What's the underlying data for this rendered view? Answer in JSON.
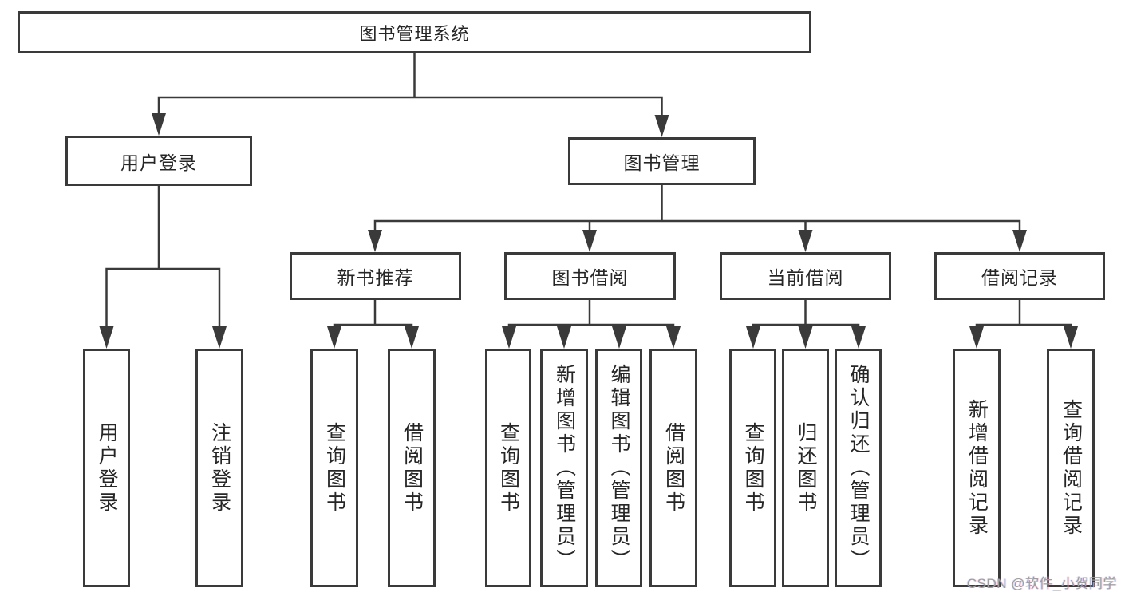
{
  "diagram": {
    "title_node": "图书管理系统",
    "level2": {
      "user_login": "用户登录",
      "book_management": "图书管理"
    },
    "level3": {
      "new_book_recommend": "新书推荐",
      "book_borrowing": "图书借阅",
      "current_borrowing": "当前借阅",
      "borrow_records": "借阅记录"
    },
    "leaves": {
      "user_login_leaf": "用户登录",
      "logout": "注销登录",
      "nb_query_books": "查询图书",
      "nb_borrow_books": "借阅图书",
      "bb_query_books": "查询图书",
      "bb_add_book_admin": "新增图书（管理员）",
      "bb_edit_book_admin": "编辑图书（管理员）",
      "bb_borrow_books": "借阅图书",
      "cb_query_books": "查询图书",
      "cb_return_books": "归还图书",
      "cb_confirm_return_admin": "确认归还（管理员）",
      "br_add_record": "新增借阅记录",
      "br_query_record": "查询借阅记录"
    },
    "colors": {
      "line": "#3a3a3a",
      "text": "#262626",
      "background": "#ffffff",
      "watermark": "#9e9e9e"
    }
  },
  "watermark": {
    "text": "CSDN @软件_小贺同学"
  }
}
